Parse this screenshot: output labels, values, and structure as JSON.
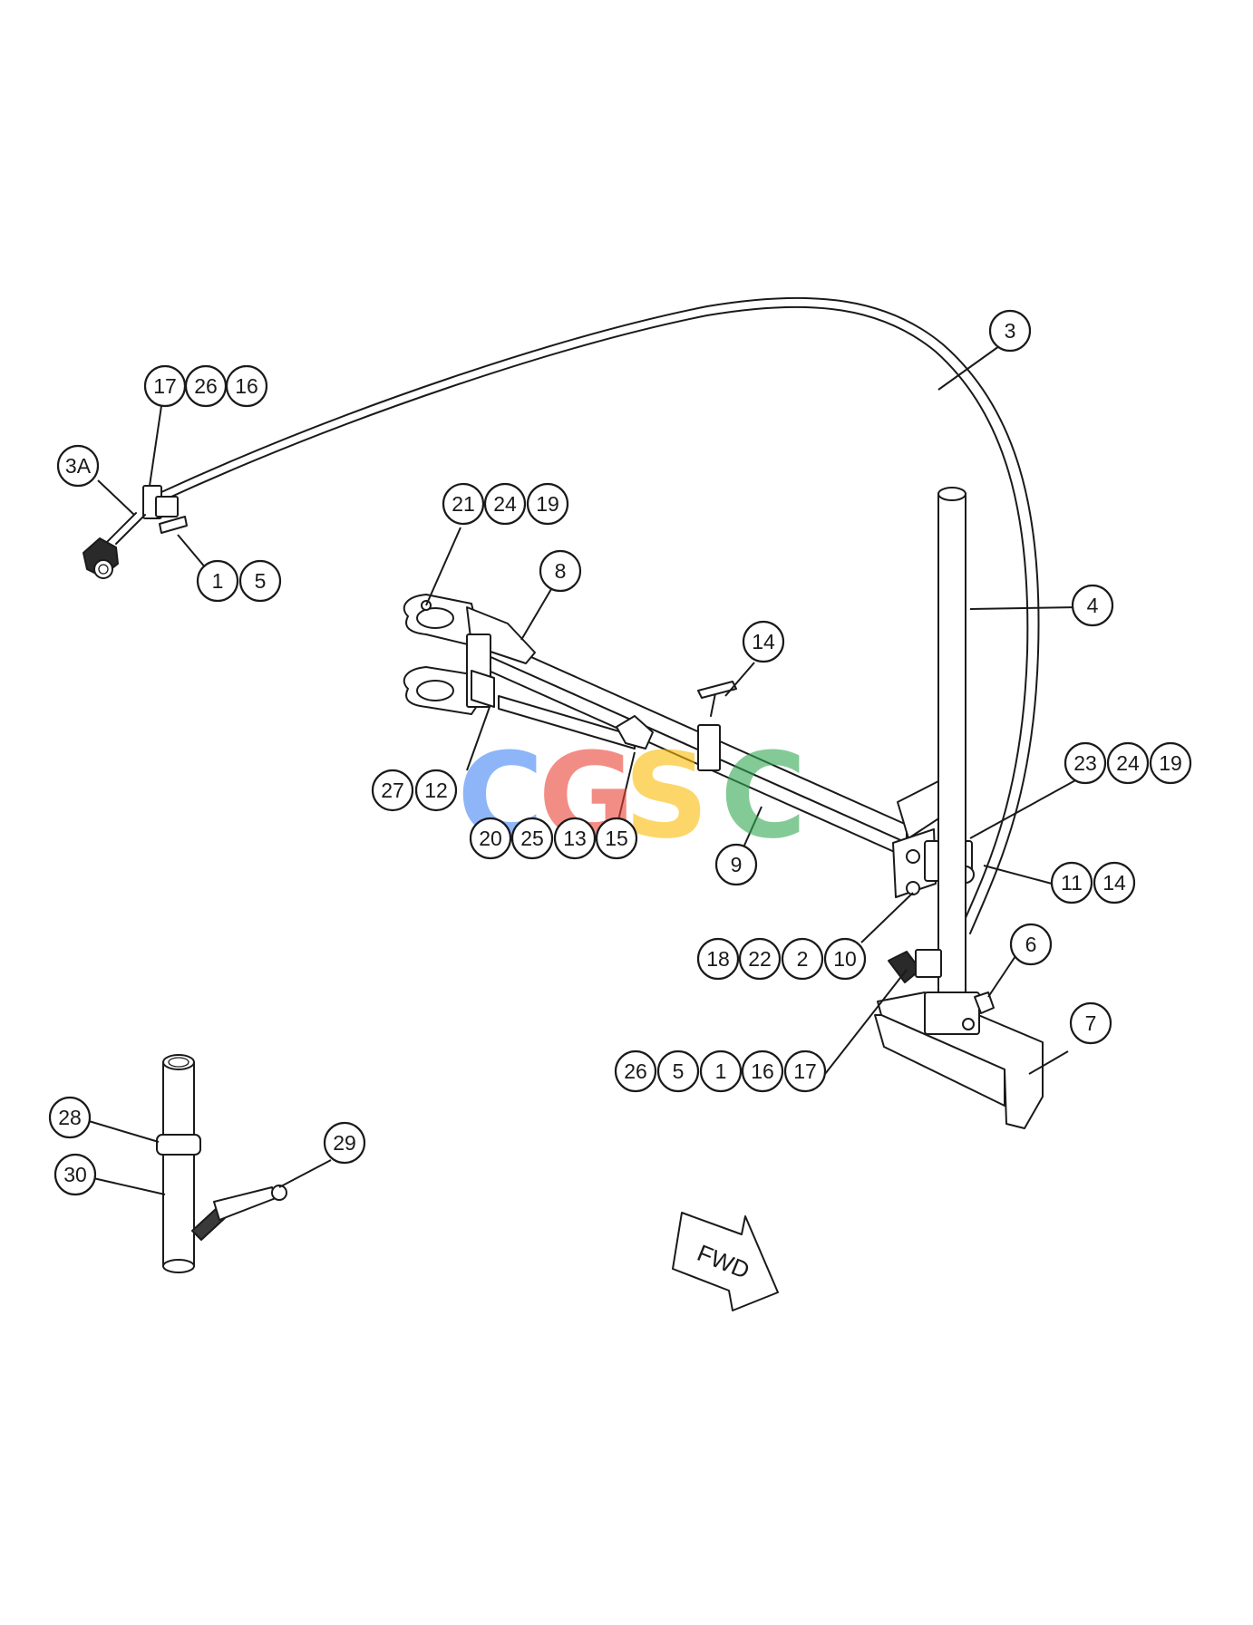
{
  "diagram": {
    "watermark": {
      "letters": [
        {
          "char": "C",
          "color": "#4285F4"
        },
        {
          "char": "G",
          "color": "#EA4335"
        },
        {
          "char": "S",
          "color": "#FBBC05"
        },
        {
          "char": "C",
          "color": "#34A853"
        }
      ]
    },
    "fwd_label": "FWD",
    "callouts": [
      {
        "id": "c-17a",
        "label": "17"
      },
      {
        "id": "c-26a",
        "label": "26"
      },
      {
        "id": "c-16a",
        "label": "16"
      },
      {
        "id": "c-3a",
        "label": "3A"
      },
      {
        "id": "c-1a",
        "label": "1"
      },
      {
        "id": "c-5a",
        "label": "5"
      },
      {
        "id": "c-3",
        "label": "3"
      },
      {
        "id": "c-21",
        "label": "21"
      },
      {
        "id": "c-24a",
        "label": "24"
      },
      {
        "id": "c-19a",
        "label": "19"
      },
      {
        "id": "c-8",
        "label": "8"
      },
      {
        "id": "c-4",
        "label": "4"
      },
      {
        "id": "c-14a",
        "label": "14"
      },
      {
        "id": "c-23",
        "label": "23"
      },
      {
        "id": "c-24b",
        "label": "24"
      },
      {
        "id": "c-19b",
        "label": "19"
      },
      {
        "id": "c-27",
        "label": "27"
      },
      {
        "id": "c-12",
        "label": "12"
      },
      {
        "id": "c-20",
        "label": "20"
      },
      {
        "id": "c-25",
        "label": "25"
      },
      {
        "id": "c-13",
        "label": "13"
      },
      {
        "id": "c-15",
        "label": "15"
      },
      {
        "id": "c-9",
        "label": "9"
      },
      {
        "id": "c-11",
        "label": "11"
      },
      {
        "id": "c-14b",
        "label": "14"
      },
      {
        "id": "c-18",
        "label": "18"
      },
      {
        "id": "c-22",
        "label": "22"
      },
      {
        "id": "c-2",
        "label": "2"
      },
      {
        "id": "c-10",
        "label": "10"
      },
      {
        "id": "c-6",
        "label": "6"
      },
      {
        "id": "c-7",
        "label": "7"
      },
      {
        "id": "c-26b",
        "label": "26"
      },
      {
        "id": "c-5b",
        "label": "5"
      },
      {
        "id": "c-1b",
        "label": "1"
      },
      {
        "id": "c-16b",
        "label": "16"
      },
      {
        "id": "c-17b",
        "label": "17"
      },
      {
        "id": "c-28",
        "label": "28"
      },
      {
        "id": "c-29",
        "label": "29"
      },
      {
        "id": "c-30",
        "label": "30"
      }
    ]
  }
}
